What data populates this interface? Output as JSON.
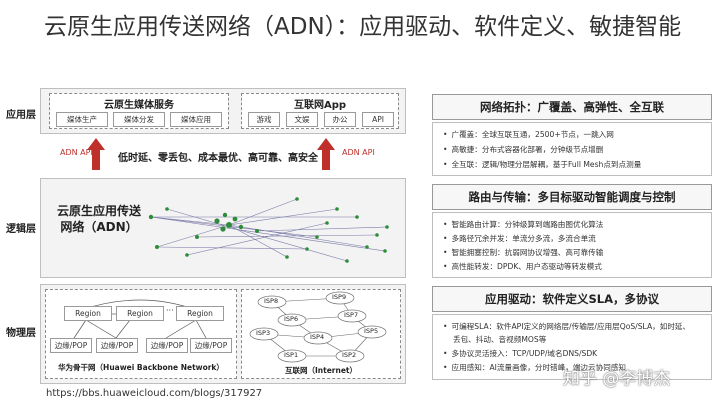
{
  "title": "云原生应用传送网络（ADN）：应用驱动、软件定义、敏捷智能",
  "layers": {
    "app": "应用层",
    "logic": "逻辑层",
    "physical": "物理层"
  },
  "app_layer": {
    "cloud_media": {
      "title": "云原生媒体服务",
      "items": [
        "媒体生产",
        "媒体分发",
        "媒体应用"
      ]
    },
    "internet_app": {
      "title": "互联网App",
      "items": [
        "游戏",
        "文娱",
        "办公",
        "API"
      ]
    }
  },
  "arrows": {
    "left_label": "ADN API",
    "right_label": "ADN API",
    "middle_text": "低时延、零丢包、成本最优、高可靠、高安全"
  },
  "logic_layer": {
    "label": "云原生应用传送网络（ADN）"
  },
  "physical_layer": {
    "backbone": {
      "regions": [
        "Region",
        "Region",
        "Region"
      ],
      "ellipsis": "···",
      "edges": [
        "边缘/POP",
        "边缘/POP",
        "边缘/POP",
        "边缘/POP"
      ],
      "caption": "华为骨干网（Huawei Backbone Network）"
    },
    "internet": {
      "isps": [
        "ISP8",
        "ISP9",
        "ISP6",
        "ISP7",
        "ISP3",
        "ISP4",
        "ISP5",
        "ISP1",
        "ISP2"
      ],
      "caption": "互联网（Internet）"
    }
  },
  "right_panels": [
    {
      "head": "网络拓扑：广覆盖、高弹性、全互联",
      "bullets": [
        "广覆盖：全球互联互通，2500+节点，一跳入网",
        "高敏捷：分布式容器化部署，分钟级节点增删",
        "全互联：逻辑/物理分层解耦，基于Full Mesh点到点测量"
      ]
    },
    {
      "head": "路由与传输：多目标驱动智能调度与控制",
      "bullets": [
        "智能路由计算：分钟级算到端路由图优化算法",
        "多路径冗余并发：单流分多流，多流合单流",
        "智能拥塞控制：抗弱网协议增强、高可靠传输",
        "高性能转发：DPDK、用户态驱动等转发模式"
      ]
    },
    {
      "head": "应用驱动：软件定义SLA，多协议",
      "bullets": [
        "可编程SLA：软件API定义的网络层/传输层/应用层QoS/SLA，如时延、",
        "丢包、抖动、音视频MOS等",
        "多协议灵活接入：TCP/UDP/域名DNS/SDK",
        "应用感知：AI流量画像，分时错峰，端边云协同感知"
      ]
    }
  ],
  "footer_url": "https://bbs.huaweicloud.com/blogs/317927",
  "watermark": "知乎 @李博杰",
  "colors": {
    "arrow": "#c0302a",
    "node": "#2e8b3a"
  }
}
